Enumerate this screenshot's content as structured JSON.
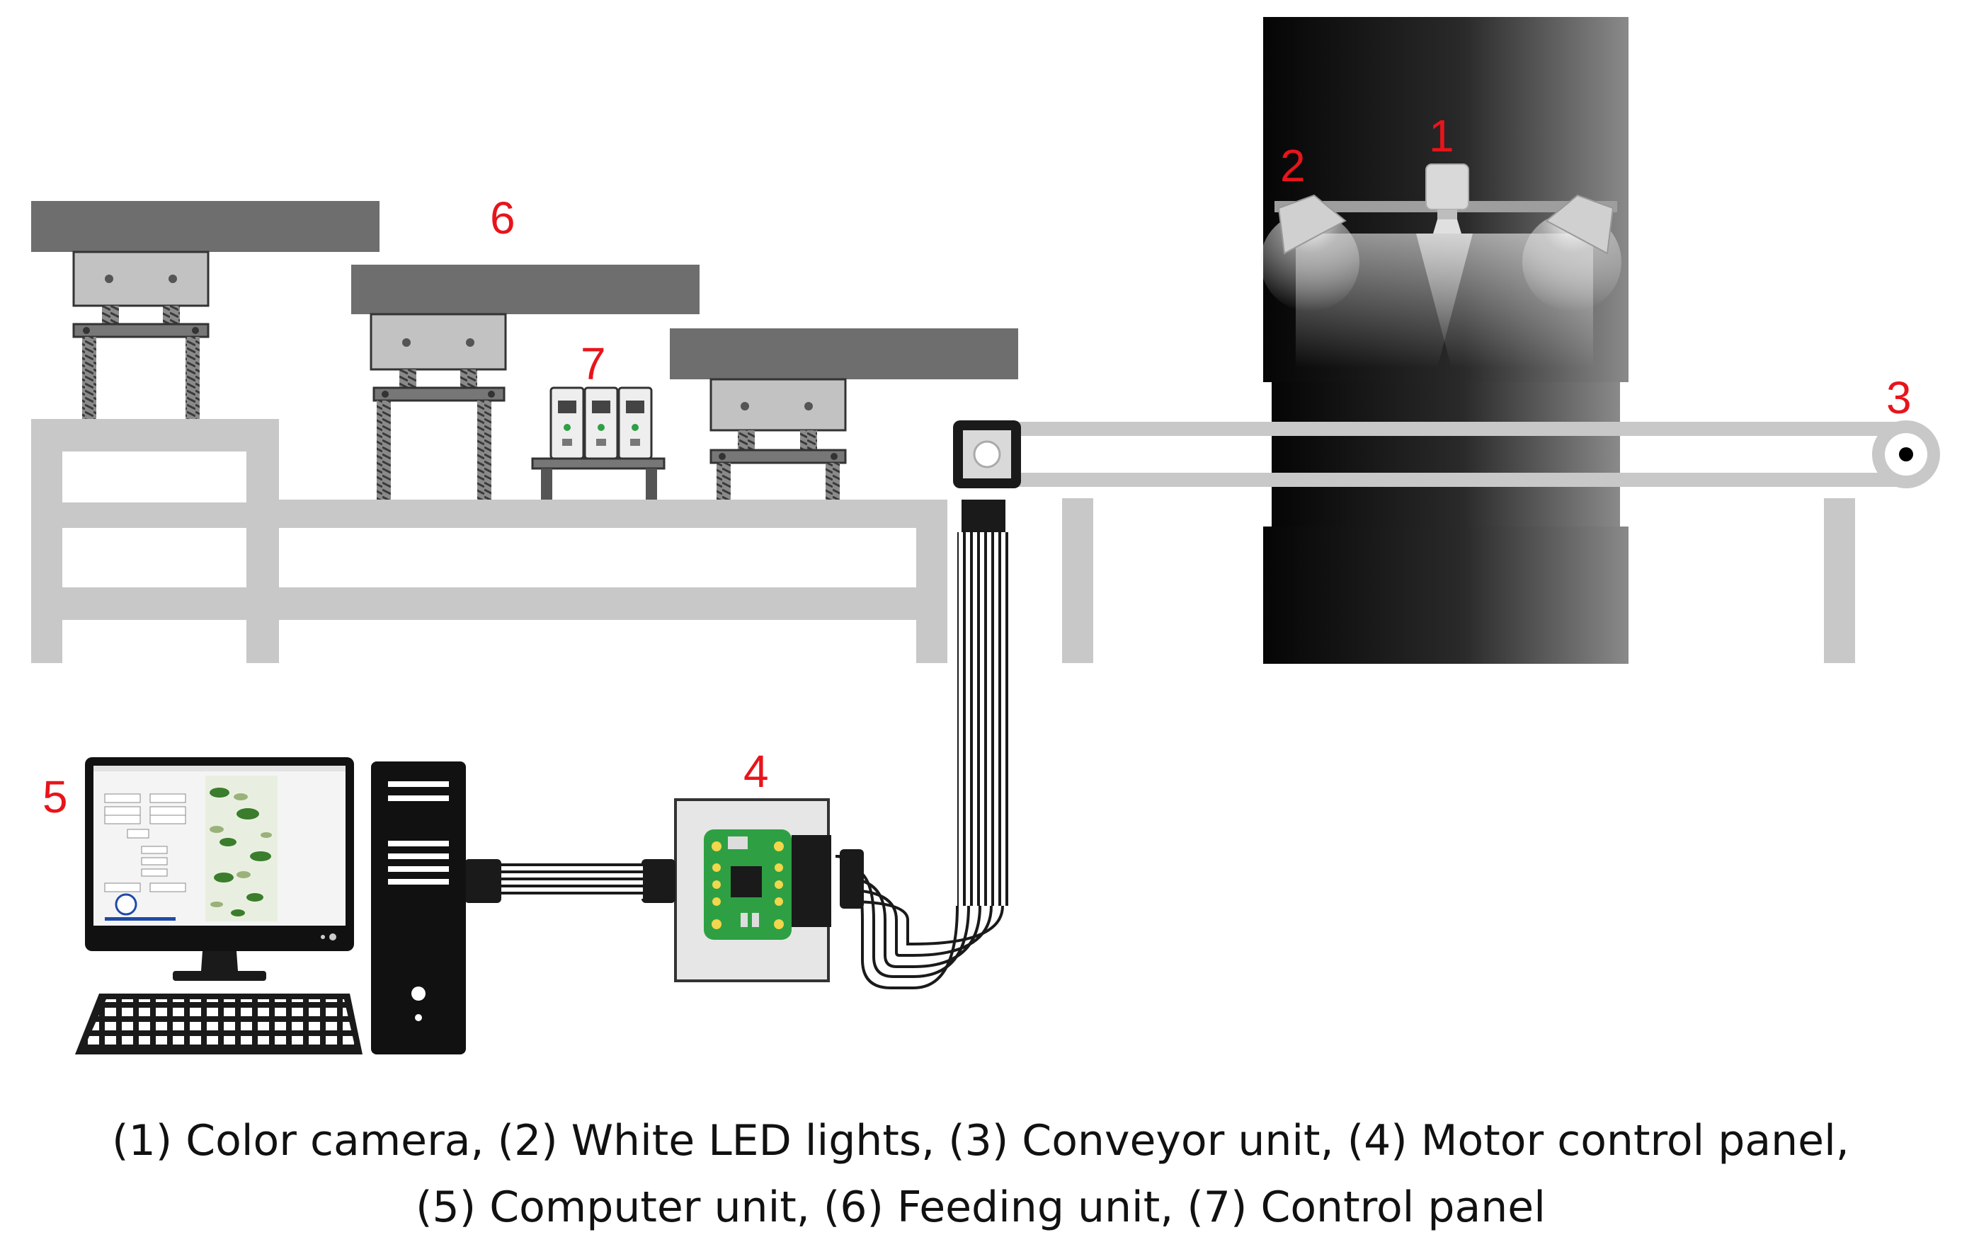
{
  "labels": {
    "camera": "1",
    "led_lights": "2",
    "conveyor": "3",
    "motor_panel": "4",
    "computer": "5",
    "feeding": "6",
    "control_panel": "7"
  },
  "caption": {
    "line1": "(1) Color camera, (2) White LED lights, (3) Conveyor unit, (4) Motor control panel,",
    "line2": "(5) Computer unit, (6) Feeding unit, (7) Control panel"
  },
  "colors": {
    "label_red": "#e8141b",
    "frame_gray": "#c8c8c8",
    "hopper_dark": "#6e6e6e",
    "chamber_black": "#0b0b0b",
    "pcb_green": "#2ea043"
  }
}
